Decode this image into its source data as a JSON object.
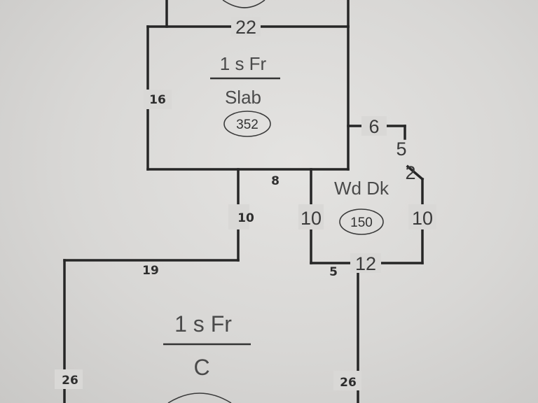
{
  "areas": {
    "upper": {
      "story_label": "1 s Fr",
      "foundation_label": "Slab",
      "area_sqft": "352",
      "dim_top": "22",
      "dim_left": "16",
      "dim_bottom": "8"
    },
    "deck": {
      "label": "Wd Dk",
      "area_sqft": "150",
      "dim_top": "6",
      "dim_right_upper": "5",
      "dim_jog": "2",
      "dim_left": "10",
      "dim_right": "10",
      "dim_bottom": "12",
      "dim_bottom_jog": "5"
    },
    "lower": {
      "story_label": "1 s Fr",
      "foundation_label": "C",
      "dim_connector": "10",
      "dim_top": "19",
      "dim_left": "26",
      "dim_right": "26"
    }
  }
}
